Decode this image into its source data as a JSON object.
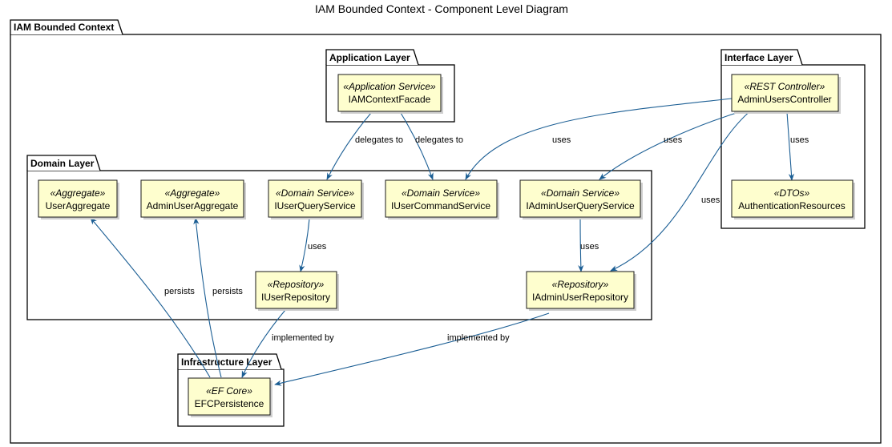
{
  "diagram": {
    "title": "IAM Bounded Context - Component Level Diagram",
    "packages": {
      "iam": "IAM Bounded Context",
      "application": "Application Layer",
      "interface": "Interface Layer",
      "domain": "Domain Layer",
      "infrastructure": "Infrastructure Layer"
    },
    "components": {
      "iam_context_facade": {
        "stereotype": "«Application Service»",
        "name": "IAMContextFacade"
      },
      "admin_users_controller": {
        "stereotype": "«REST Controller»",
        "name": "AdminUsersController"
      },
      "authentication_resources": {
        "stereotype": "«DTOs»",
        "name": "AuthenticationResources"
      },
      "user_aggregate": {
        "stereotype": "«Aggregate»",
        "name": "UserAggregate"
      },
      "admin_user_aggregate": {
        "stereotype": "«Aggregate»",
        "name": "AdminUserAggregate"
      },
      "iuser_query_service": {
        "stereotype": "«Domain Service»",
        "name": "IUserQueryService"
      },
      "iuser_command_service": {
        "stereotype": "«Domain Service»",
        "name": "IUserCommandService"
      },
      "iadmin_user_query_service": {
        "stereotype": "«Domain Service»",
        "name": "IAdminUserQueryService"
      },
      "iuser_repository": {
        "stereotype": "«Repository»",
        "name": "IUserRepository"
      },
      "iadmin_user_repository": {
        "stereotype": "«Repository»",
        "name": "IAdminUserRepository"
      },
      "efc_persistence": {
        "stereotype": "«EF Core»",
        "name": "EFCPersistence"
      }
    },
    "relations": {
      "facade_to_query": "delegates to",
      "facade_to_command": "delegates to",
      "controller_to_command": "uses",
      "controller_to_admin_query": "uses",
      "controller_to_admin_repo": "uses",
      "controller_to_resources": "uses",
      "query_to_repo": "uses",
      "admin_query_to_admin_repo": "uses",
      "repo_to_efc": "implemented by",
      "admin_repo_to_efc": "implemented by",
      "efc_to_user_aggregate": "persists",
      "efc_to_admin_aggregate": "persists"
    }
  }
}
